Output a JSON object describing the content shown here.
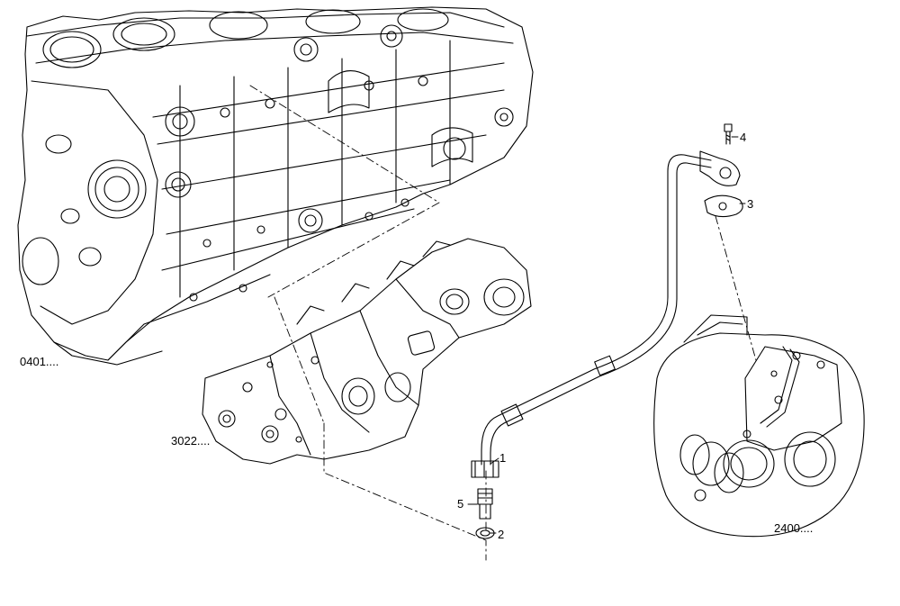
{
  "assembly_labels": {
    "engine_block": "0401....",
    "oil_filter_housing": "3022....",
    "turbocharger": "2400...."
  },
  "callouts": {
    "pipe": "1",
    "gasket_bottom": "2",
    "gasket_top": "3",
    "screw": "4",
    "union": "5"
  },
  "colors": {
    "line": "#000000",
    "background": "#ffffff"
  }
}
